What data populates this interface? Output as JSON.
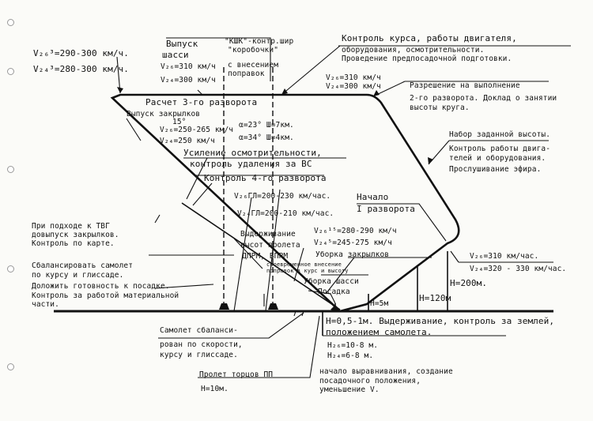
{
  "labels": {
    "v_top_26": "V₂₆³=290-300 км/ч.",
    "v_top_24": "V₂₄³=280-300 км/ч.",
    "gear_title_1": "Выпуск",
    "gear_title_2": "шасси",
    "gear_v26": "V₂₆=310 км/ч",
    "gear_v24": "V₂₄=300 км/ч",
    "kshk_1": "\"КШК\"-контр.шир",
    "kshk_2": "\"коробочки\"",
    "kshk_3": "с внесением",
    "kshk_4": "поправок",
    "course_1": "Контроль курса, работы двигателя,",
    "course_2": "оборудования, осмотрительности.",
    "course_3": "Проведение предпосадочной подготовки.",
    "v_turn2_26": "V₂₆=310 км/ч",
    "v_turn2_24": "V₂₄=300 км/ч",
    "perm_1": "Разрешение на выполнение",
    "perm_2": "2-го разворота. Доклад о занятии",
    "perm_3": "высоты круга.",
    "calc3": "Расчет 3-го разворота",
    "flaps15_1": "Выпуск закрылков",
    "flaps15_2": "15°",
    "flaps15_3": "V₂₆=250-265 км/ч",
    "flaps15_4": "V₂₄=250 км/ч",
    "alpha1": "α=23° Ш=7км.",
    "alpha2": "α=34° Ш=4км.",
    "climb_1": "Набор заданной высоты.",
    "climb_2": "Контроль работы двига-",
    "climb_3": "телей и оборудования.",
    "climb_4": "Прослушивание эфира.",
    "vigil_1": "Усиление осмотрительности,",
    "vigil_2": "контроль удаления за ВС",
    "calc4": "Контроль 4-го разворота",
    "turn1_1": "Начало",
    "turn1_2": "I разворота",
    "tvg_1": "При подходе к ТВГ",
    "tvg_2": "довыпуск закрылков.",
    "tvg_3": "Контроль по карте.",
    "vgl_26": "V₂₆ГЛ=200-230 км/час.",
    "vgl_24": "V₂₄ГЛ=200-210 км/час.",
    "hold_1": "Выдерживание",
    "hold_2": "высот пролета",
    "hold_3": "ДПРМ, БПРМ",
    "timely_1": "своевременное внесение",
    "timely_2": "поправок в курс и высоту",
    "v15_26": "V₂₆¹⁵=280-290 км/ч",
    "v5_24": "V₂₄⁵=245-275 км/ч",
    "flaps_retract": "Уборка закрылков",
    "v_climb_26": "V₂₆=310 км/час.",
    "v_climb_24": "V₂₄=320 - 330 км/час.",
    "balance_1": "Сбалансировать самолет",
    "balance_2": "по курсу и глиссаде.",
    "report_1": "Доложить готовность к посадке.",
    "report_2": "Контроль за работой материальной",
    "report_3": "части.",
    "gear_retract": "Уборка шасси",
    "landing": "Посадка",
    "h5": "Н=5м",
    "h120": "Н=120м",
    "h200": "Н=200м.",
    "hold_ground_1": "Н=0,5-1м. Выдерживание, контроль за землей,",
    "hold_ground_2": "положением самолета.",
    "balanced_1": "Самолет сбаланси-",
    "balanced_2": "рован по скорости,",
    "balanced_3": "курсу и глиссаде.",
    "h26": "Н₂₆=10-8 м.",
    "h24": "Н₂₄=6-8 м.",
    "threshold_1": "Пролет торцов ПП",
    "threshold_2": "Н=10м.",
    "flare_1": "начало выравнивания, создание",
    "flare_2": "посадочного положения,",
    "flare_3": "уменьшение V."
  }
}
